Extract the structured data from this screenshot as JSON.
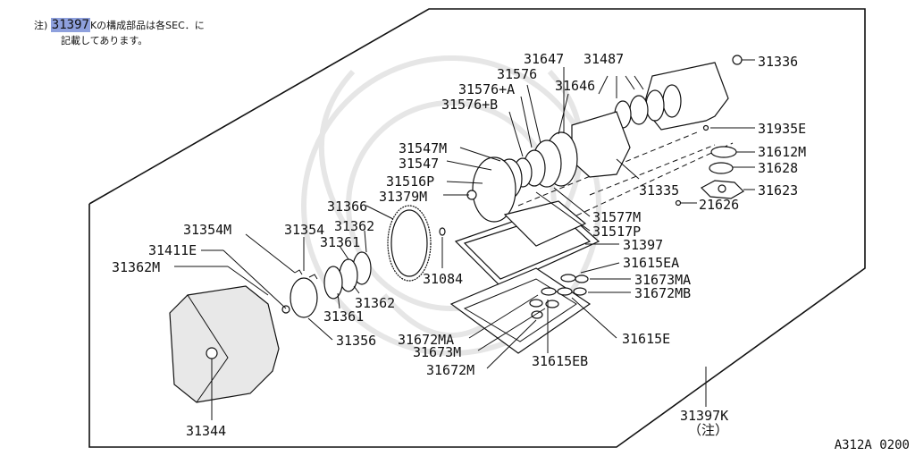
{
  "note": {
    "prefix": "注)",
    "highlight": "31397",
    "line1_rest": "Kの構成部品は各SEC．に",
    "line2": "記載してあります。"
  },
  "labels": {
    "p31336": "31336",
    "p31487": "31487",
    "p31647": "31647",
    "p31576": "31576",
    "p31646": "31646",
    "p31576a": "31576+A",
    "p31576b": "31576+B",
    "p31935e": "31935E",
    "p31612m": "31612M",
    "p31628": "31628",
    "p31623": "31623",
    "p31335": "31335",
    "p21626": "21626",
    "p31547m": "31547M",
    "p31547": "31547",
    "p31516p": "31516P",
    "p31379m": "31379M",
    "p31577m": "31577M",
    "p31517p": "31517P",
    "p31366": "31366",
    "p31397": "31397",
    "p31362a": "31362",
    "p31354m": "31354M",
    "p31354": "31354",
    "p31361a": "31361",
    "p31411e": "31411E",
    "p31362m": "31362M",
    "p31084": "31084",
    "p31362b": "31362",
    "p31361b": "31361",
    "p31615ea": "31615EA",
    "p31673ma": "31673MA",
    "p31672mb": "31672MB",
    "p31356": "31356",
    "p31672ma": "31672MA",
    "p31673m": "31673M",
    "p31672m": "31672M",
    "p31615eb": "31615EB",
    "p31615e": "31615E",
    "p31344": "31344",
    "p31397k": "31397K",
    "p31397k_note": "（注）"
  },
  "drawing_code": "A312A 0200"
}
